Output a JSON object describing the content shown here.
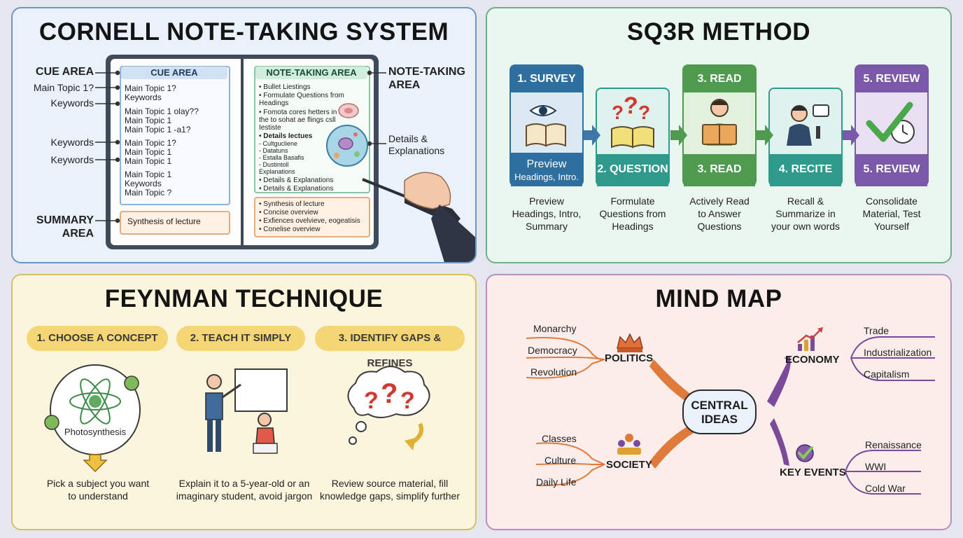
{
  "cornell": {
    "title": "CORNELL NOTE-TAKING SYSTEM",
    "side_labels": {
      "cue_area": "CUE AREA",
      "main_topic": "Main Topic 1?",
      "keywords_1": "Keywords",
      "keywords_2": "Keywords",
      "keywords_3": "Keywords",
      "summary_1": "SUMMARY",
      "summary_2": "AREA",
      "note_taking_1": "NOTE-TAKING",
      "note_taking_2": "AREA",
      "details_1": "Details &",
      "details_2": "Explanations"
    },
    "cue_box_title": "CUE AREA",
    "cue_lines": [
      "Main Topic 1?",
      "Keywords",
      "Main Topic 1 olay??",
      "Main Topic 1",
      "Main Topic 1 -a1?",
      "Main Topic 1?",
      "Main Topic 1",
      "Main Topic 1",
      "Main Topic 1",
      "Keywords",
      "Main Topic ?"
    ],
    "note_box_title": "NOTE-TAKING AREA",
    "note_lines": [
      "• Bullet Liestings",
      "• Formulate Questions from",
      "  Headings",
      "• Fomota cores hetters in",
      "  the to sohat ae flings csll",
      "  Iestiste",
      "• Details Iectues",
      "  - Cultgucliene",
      "  - Datatuns",
      "  - Estalla Basafis",
      "  - Dustintoll",
      "    Explanations",
      "• Details & Explanations",
      "• Details & Explanations"
    ],
    "summary_box_text": "Synthesis of lecture",
    "summary_lines": [
      "• Synthesis of lecture",
      "• Concise overview",
      "• Exfiences ovelvieve, eogeatisis",
      "• Conelise overview"
    ]
  },
  "sq3r": {
    "title": "SQ3R METHOD",
    "steps": [
      {
        "header": "1. SURVEY",
        "body_1": "Preview",
        "body_2": "Headings, Intro.",
        "desc_1": "Preview",
        "desc_2": "Headings, Intro,",
        "desc_3": "Summary",
        "color": "#2f6fa0",
        "light": "#dbe9f3",
        "icon": "eye-book-icon"
      },
      {
        "header": "",
        "body_1": "2. QUESTION",
        "body_2": "",
        "desc_1": "Formulate",
        "desc_2": "Questions from",
        "desc_3": "Headings",
        "color": "#2f9a8c",
        "light": "#dff2ee",
        "icon": "question-book-icon"
      },
      {
        "header": "3. READ",
        "body_1": "3. READ",
        "body_2": "",
        "desc_1": "Actively Read",
        "desc_2": "to Answer",
        "desc_3": "Questions",
        "color": "#4e9a4f",
        "light": "#e2f1de",
        "icon": "reader-icon"
      },
      {
        "header": "",
        "body_1": "4. RECITE",
        "body_2": "",
        "desc_1": "Recall &",
        "desc_2": "Summarize in",
        "desc_3": "your own words",
        "color": "#2f9a8c",
        "light": "#e0f2ee",
        "icon": "speaker-icon"
      },
      {
        "header": "5. REVIEW",
        "body_1": "5. REVIEW",
        "body_2": "",
        "desc_1": "Consolidate",
        "desc_2": "Material, Test",
        "desc_3": "Yourself",
        "color": "#7a5aa8",
        "light": "#e9e1f3",
        "icon": "check-clock-icon"
      }
    ]
  },
  "feynman": {
    "title": "FEYNMAN TECHNIQUE",
    "steps": [
      {
        "label": "1. CHOOSE A CONCEPT",
        "desc_1": "Pick a subject you want",
        "desc_2": "to understand",
        "icon": "atom-icon",
        "icon_text": "Photosynthesis"
      },
      {
        "label": "2. TEACH IT SIMPLY",
        "desc_1": "Explain it to a 5-year-old or an",
        "desc_2": "imaginary student, avoid jargon",
        "icon": "teacher-icon",
        "icon_text": ""
      },
      {
        "label": "3. IDENTIFY GAPS & REFINES",
        "desc_1": "Review source material, fill",
        "desc_2": "knowledge gaps, simplify further",
        "icon": "thought-cloud-icon",
        "icon_text": ""
      }
    ]
  },
  "mindmap": {
    "title": "MIND MAP",
    "center_1": "CENTRAL",
    "center_2": "IDEAS",
    "branches": [
      {
        "name": "POLITICS",
        "color": "#e07a3a",
        "icon": "crown-icon",
        "leaves": [
          "Monarchy",
          "Democracy",
          "Revolution"
        ]
      },
      {
        "name": "ECONOMY",
        "color": "#7b4a9a",
        "icon": "growth-chart-icon",
        "leaves": [
          "Trade",
          "Industrialization",
          "Capitalism"
        ]
      },
      {
        "name": "SOCIETY",
        "color": "#e07a3a",
        "icon": "people-icon",
        "leaves": [
          "Classes",
          "Culture",
          "Daily Life"
        ]
      },
      {
        "name": "KEY EVENTS",
        "color": "#7b4a9a",
        "icon": "check-badge-icon",
        "leaves": [
          "Renaissance",
          "WWI",
          "Cold War"
        ]
      }
    ]
  }
}
